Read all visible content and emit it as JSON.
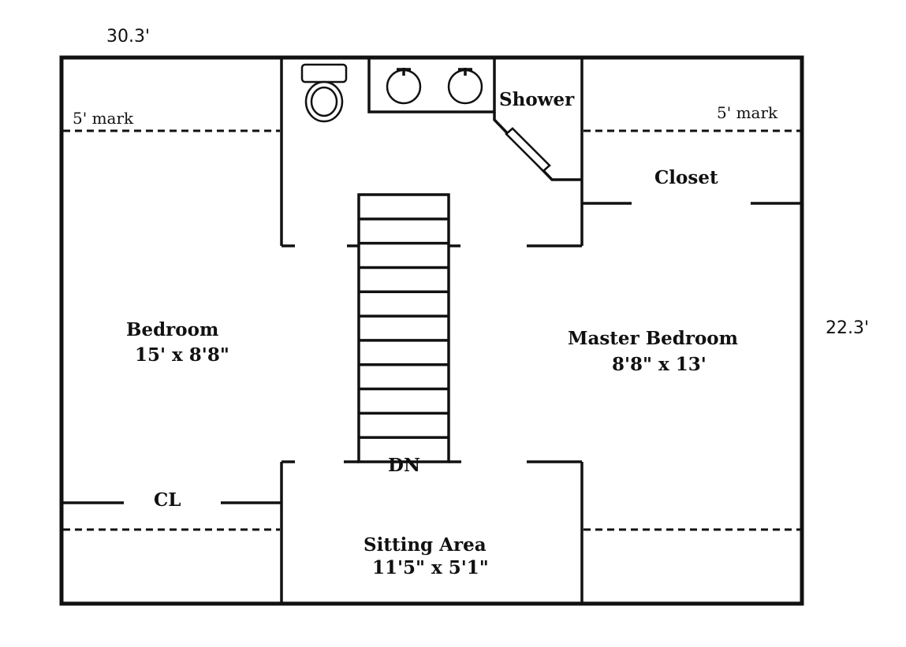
{
  "dimensions": {
    "width": "30.3'",
    "depth": "22.3'"
  },
  "marks": {
    "left": "5' mark",
    "right": "5' mark"
  },
  "rooms": {
    "bedroom": {
      "name": "Bedroom",
      "size": "15' x 8'8\""
    },
    "master_bedroom": {
      "name": "Master Bedroom",
      "size": "8'8\" x 13'"
    },
    "sitting_area": {
      "name": "Sitting Area",
      "size": "11'5\" x 5'1\""
    },
    "shower": {
      "name": "Shower"
    },
    "closet": {
      "name": "Closet"
    },
    "cl": {
      "name": "CL"
    }
  },
  "stairs": {
    "label": "DN",
    "treads": 10
  }
}
